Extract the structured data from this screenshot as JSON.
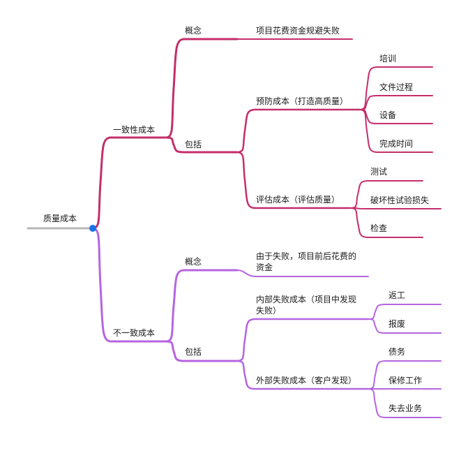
{
  "root": {
    "label": "质量成本"
  },
  "colors": {
    "root_line": "#b8b8b8",
    "dot": "#1a73e8",
    "branch_a": "#c42e6a",
    "branch_b": "#b565e0"
  },
  "branches": [
    {
      "label": "一致性成本",
      "children": [
        {
          "label": "概念",
          "children": [
            {
              "label": "项目花费资金规避失败"
            }
          ]
        },
        {
          "label": "包括",
          "children": [
            {
              "label": "预防成本（打造高质量）",
              "children": [
                {
                  "label": "培训"
                },
                {
                  "label": "文件过程"
                },
                {
                  "label": "设备"
                },
                {
                  "label": "完成时间"
                }
              ]
            },
            {
              "label": "评估成本（评估质量）",
              "children": [
                {
                  "label": "测试"
                },
                {
                  "label": "破坏性试验损失"
                },
                {
                  "label": "检查"
                }
              ]
            }
          ]
        }
      ]
    },
    {
      "label": "不一致成本",
      "children": [
        {
          "label": "概念",
          "children": [
            {
              "label": "由于失败，项目前后花费的资金"
            }
          ]
        },
        {
          "label": "包括",
          "children": [
            {
              "label": "内部失败成本（项目中发现失败）",
              "children": [
                {
                  "label": "返工"
                },
                {
                  "label": "报废"
                }
              ]
            },
            {
              "label": "外部失败成本（客户发现）",
              "children": [
                {
                  "label": "债务"
                },
                {
                  "label": "保修工作"
                },
                {
                  "label": "失去业务"
                }
              ]
            }
          ]
        }
      ]
    }
  ]
}
